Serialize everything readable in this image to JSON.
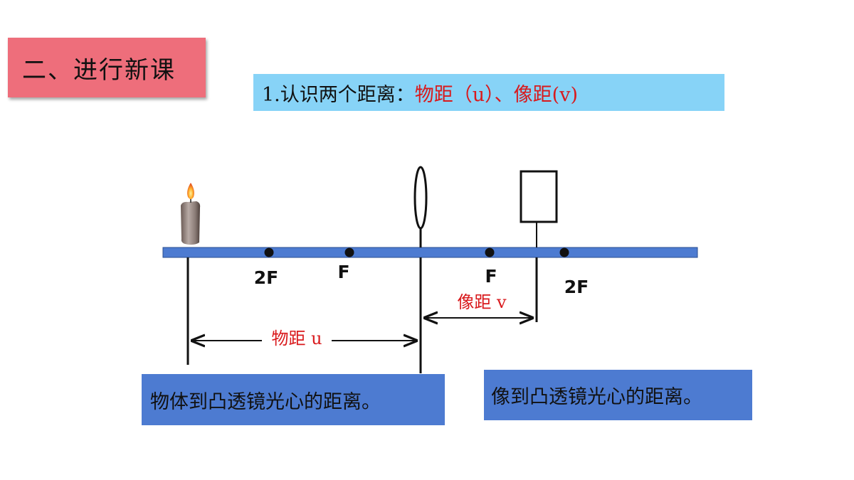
{
  "section_title": "二、进行新课",
  "heading": {
    "prefix": "1.认识两个距离：",
    "highlight": "物距（u）、像距(v)"
  },
  "diagram": {
    "labels": {
      "left_2f": "2F",
      "left_f": "F",
      "right_f": "F",
      "right_2f": "2F",
      "object_distance": "物距 u",
      "image_distance": "像距 v"
    }
  },
  "definitions": {
    "object_distance": "物体到凸透镜光心的距离。",
    "image_distance": "像到凸透镜光心的距离。"
  },
  "colors": {
    "title_bg": "#ee6e7b",
    "heading_bg": "#87d3f7",
    "highlight_red": "#d9191c",
    "axis_blue": "#4d7bd1"
  }
}
